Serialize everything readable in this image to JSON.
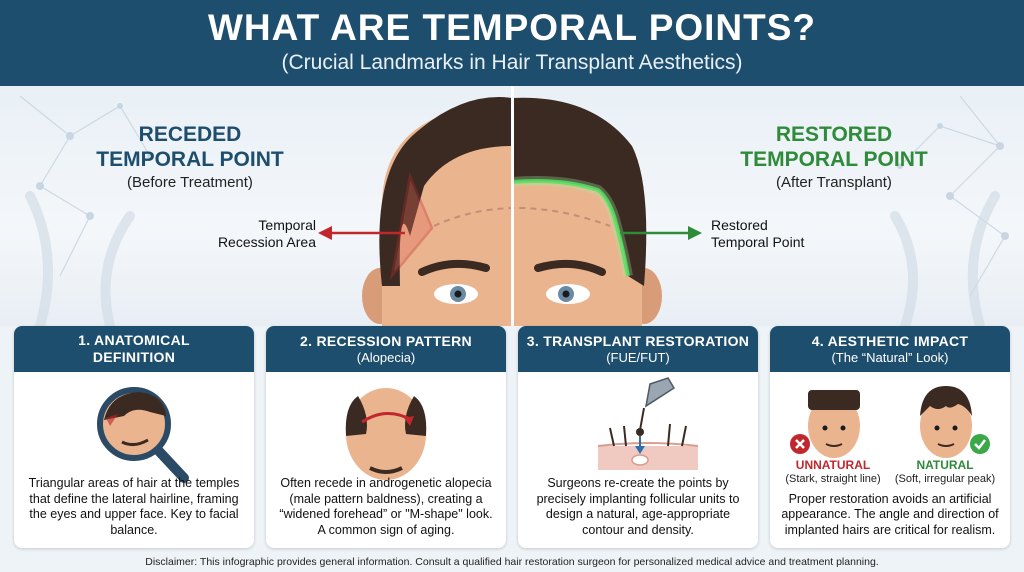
{
  "header": {
    "title": "WHAT ARE TEMPORAL POINTS?",
    "subtitle": "(Crucial Landmarks in Hair Transplant Aesthetics)"
  },
  "hero": {
    "left": {
      "title_line1": "RECEDED",
      "title_line2": "TEMPORAL POINT",
      "subtitle": "(Before Treatment)",
      "callout_line1": "Temporal",
      "callout_line2": "Recession Area",
      "color": "#1e4e6e"
    },
    "right": {
      "title_line1": "RESTORED",
      "title_line2": "TEMPORAL POINT",
      "subtitle": "(After Transplant)",
      "callout_line1": "Restored",
      "callout_line2": "Temporal Point",
      "color": "#2f8a3a"
    }
  },
  "cards": [
    {
      "title_line1": "1. ANATOMICAL",
      "title_line2": "DEFINITION",
      "body": "Triangular areas of hair at the temples that define the lateral hairline, framing the eyes and upper face. Key to facial balance.",
      "icon": "magnifier-head-icon"
    },
    {
      "title_line1": "2. RECESSION PATTERN",
      "title_line2": "(Alopecia)",
      "body": "Often recede in androgenetic alopecia (male pattern baldness), creating a “widened forehead” or \"M-shape\" look. A common sign of aging.",
      "icon": "balding-head-icon"
    },
    {
      "title_line1": "3. TRANSPLANT RESTORATION",
      "title_line2": "(FUE/FUT)",
      "body": "Surgeons re-create the points by precisely implanting follicular units to design a natural, age-appropriate contour and density.",
      "icon": "follicle-implant-icon"
    },
    {
      "title_line1": "4. AESTHETIC IMPACT",
      "title_line2": "(The “Natural” Look)",
      "body": "Proper restoration avoids an artificial appearance. The angle and direction of implanted hairs are critical for realism.",
      "icon": "face-compare-icon",
      "unnatural_label": "UNNATURAL",
      "unnatural_note": "(Stark, straight line)",
      "natural_label": "NATURAL",
      "natural_note": "(Soft, irregular peak)"
    }
  ],
  "disclaimer": "Disclaimer: This infographic provides general information. Consult a qualified hair restoration surgeon for personalized medical advice and treatment planning.",
  "colors": {
    "navy": "#1e4e6e",
    "green": "#2f8a3a",
    "red": "#c0282d",
    "skin": "#eab48f",
    "hair": "#3b2a22"
  }
}
